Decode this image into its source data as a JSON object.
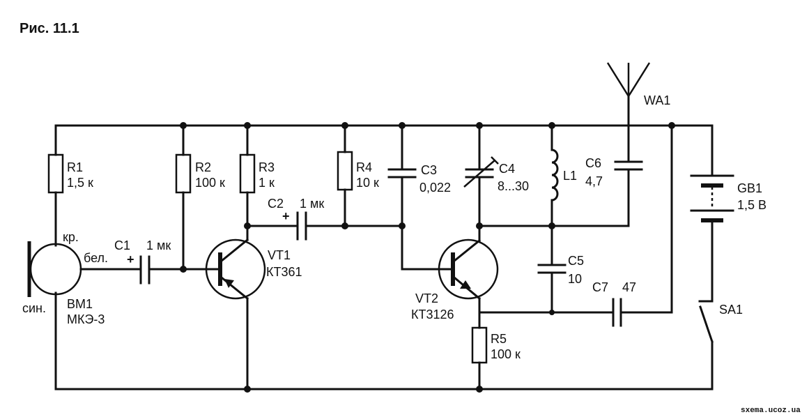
{
  "title": "Рис. 11.1",
  "components": {
    "r1": {
      "ref": "R1",
      "value": "1,5 к"
    },
    "r2": {
      "ref": "R2",
      "value": "100 к"
    },
    "r3": {
      "ref": "R3",
      "value": "1 к"
    },
    "r4": {
      "ref": "R4",
      "value": "10 к"
    },
    "r5": {
      "ref": "R5",
      "value": "100 к"
    },
    "c1": {
      "ref": "C1",
      "value": "1 мк",
      "polarity": "+"
    },
    "c2": {
      "ref": "C2",
      "value": "1 мк",
      "polarity": "+"
    },
    "c3": {
      "ref": "C3",
      "value": "0,022"
    },
    "c4": {
      "ref": "C4",
      "value": "8...30"
    },
    "c5": {
      "ref": "C5",
      "value": "10"
    },
    "c6": {
      "ref": "C6",
      "value": "4,7"
    },
    "c7": {
      "ref": "C7",
      "value": "47"
    },
    "l1": {
      "ref": "L1"
    },
    "vt1": {
      "ref": "VT1",
      "value": "КТ361"
    },
    "vt2": {
      "ref": "VT2",
      "value": "КТ3126"
    },
    "bm1": {
      "ref": "BM1",
      "value": "МКЭ-3",
      "wire_red": "кр.",
      "wire_white": "бел.",
      "wire_blue": "син."
    },
    "gb1": {
      "ref": "GB1",
      "value": "1,5 В"
    },
    "sa1": {
      "ref": "SA1"
    },
    "wa1": {
      "ref": "WA1"
    }
  },
  "watermark": "sxema.ucoz.ua"
}
